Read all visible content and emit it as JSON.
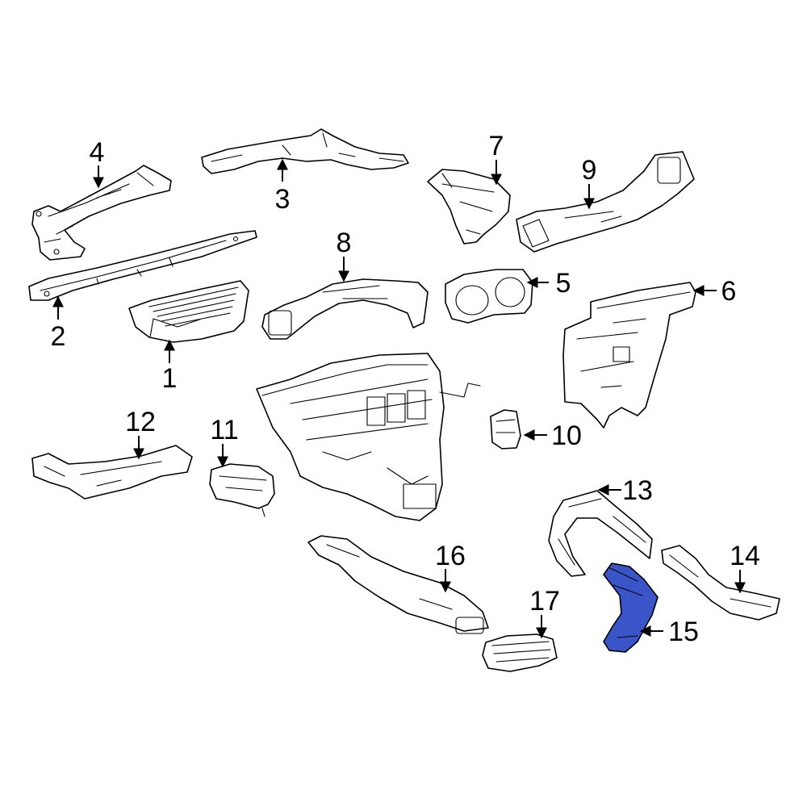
{
  "diagram": {
    "highlight_color": "#3a55c8",
    "highlighted_part": "15",
    "callouts": [
      {
        "key": "c1",
        "label": "1"
      },
      {
        "key": "c2",
        "label": "2"
      },
      {
        "key": "c3",
        "label": "3"
      },
      {
        "key": "c4",
        "label": "4"
      },
      {
        "key": "c5",
        "label": "5"
      },
      {
        "key": "c6",
        "label": "6"
      },
      {
        "key": "c7",
        "label": "7"
      },
      {
        "key": "c8",
        "label": "8"
      },
      {
        "key": "c9",
        "label": "9"
      },
      {
        "key": "c10",
        "label": "10"
      },
      {
        "key": "c11",
        "label": "11"
      },
      {
        "key": "c12",
        "label": "12"
      },
      {
        "key": "c13",
        "label": "13"
      },
      {
        "key": "c14",
        "label": "14"
      },
      {
        "key": "c15",
        "label": "15"
      },
      {
        "key": "c16",
        "label": "16"
      },
      {
        "key": "c17",
        "label": "17"
      }
    ],
    "labels": {
      "c1": "1",
      "c2": "2",
      "c3": "3",
      "c4": "4",
      "c5": "5",
      "c6": "6",
      "c7": "7",
      "c8": "8",
      "c9": "9",
      "c10": "10",
      "c11": "11",
      "c12": "12",
      "c13": "13",
      "c14": "14",
      "c15": "15",
      "c16": "16",
      "c17": "17"
    }
  }
}
